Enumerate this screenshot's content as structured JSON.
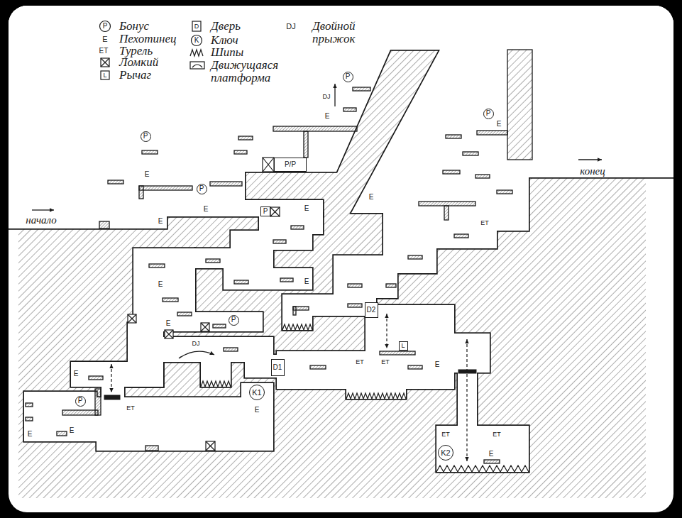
{
  "diagram": {
    "nodes": [
      {
        "text": [
          "P"
        ]
      },
      {
        "text": [
          "P"
        ]
      },
      {
        "text": [
          "P"
        ]
      },
      {
        "text": [
          "P/P"
        ]
      },
      {
        "text": [
          "P"
        ]
      },
      {
        "text": [
          "P"
        ]
      },
      {
        "text": [
          "D2"
        ]
      },
      {
        "text": [
          "P"
        ]
      },
      {
        "text": [
          "L"
        ]
      },
      {
        "text": [
          "D1"
        ]
      },
      {
        "text": [
          "K1"
        ]
      },
      {
        "text": [
          "P"
        ]
      },
      {
        "text": [
          "K2"
        ]
      }
    ],
    "labels": [
      "P",
      "E",
      "ET",
      "L",
      "D",
      "K",
      "DJ",
      "начало",
      "конец",
      "DJ",
      "DJ",
      "E",
      "E",
      "E",
      "E",
      "E",
      "E",
      "E",
      "E",
      "E",
      "E",
      "E",
      "E",
      "E",
      "E",
      "E",
      "E",
      "ET",
      "ET",
      "ET",
      "ET",
      "ET",
      "ET"
    ],
    "legend": [
      {
        "text": "Бонус"
      },
      {
        "text": "Пехотинец"
      },
      {
        "text": "Турель"
      },
      {
        "text": "Ломкий"
      },
      {
        "text": "Рычаг"
      },
      {
        "text": "Дверь"
      },
      {
        "text": "Ключ"
      },
      {
        "text": "Шипы"
      },
      {
        "text": "Движущаяся платформа"
      },
      {
        "text": "Двойной прыжок"
      }
    ]
  }
}
